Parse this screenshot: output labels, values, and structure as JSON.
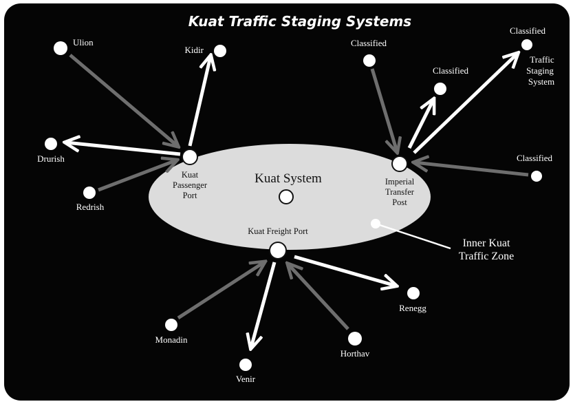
{
  "title": "Kuat Traffic Staging Systems",
  "colors": {
    "background": "#050505",
    "zone_fill": "#dcdcdc",
    "outbound_arrow": "#ffffff",
    "inbound_arrow": "#6e6e6e"
  },
  "center": {
    "label": "Kuat System"
  },
  "zone": {
    "label_line1": "Inner Kuat",
    "label_line2": "Traffic Zone"
  },
  "hubs": {
    "passenger": {
      "line1": "Kuat",
      "line2": "Passenger",
      "line3": "Port"
    },
    "imperial": {
      "line1": "Imperial",
      "line2": "Transfer",
      "line3": "Post"
    },
    "freight": {
      "line1": "Kuat Freight Port"
    }
  },
  "nodes": {
    "ulion": "Ulion",
    "kidir": "Kidir",
    "drurish": "Drurish",
    "redrish": "Redrish",
    "classified_top_left": "Classified",
    "classified_mid": "Classified",
    "classified_top_right": "Classified",
    "traffic_staging": {
      "line1": "Traffic",
      "line2": "Staging",
      "line3": "System"
    },
    "classified_right": "Classified",
    "renegg": "Renegg",
    "monadin": "Monadin",
    "venir": "Venir",
    "horthav": "Horthav"
  }
}
